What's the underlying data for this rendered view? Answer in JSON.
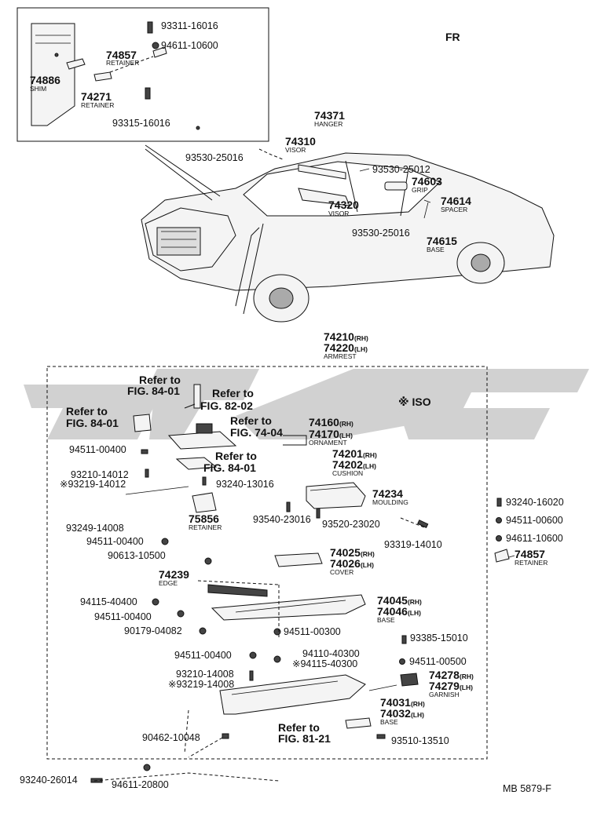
{
  "direction_label": "FR",
  "inset_top": [
    {
      "key": "p93311",
      "text": "93311-16016"
    },
    {
      "key": "p94611a",
      "text": "94611-10600"
    },
    {
      "key": "p74857a",
      "text": "74857",
      "sub": "RETAINER"
    },
    {
      "key": "p74886",
      "text": "74886",
      "sub": "SHIM"
    },
    {
      "key": "p74271",
      "text": "74271",
      "sub": "RETAINER"
    },
    {
      "key": "p93315",
      "text": "93315-16016"
    }
  ],
  "car_parts": [
    {
      "key": "p74371",
      "text": "74371",
      "sub": "HANGER"
    },
    {
      "key": "p74310",
      "text": "74310",
      "sub": "VISOR"
    },
    {
      "key": "p93530a",
      "text": "93530-25016"
    },
    {
      "key": "p93530b",
      "text": "93530-25012"
    },
    {
      "key": "p74603",
      "text": "74603",
      "sub": "GRIP"
    },
    {
      "key": "p74614",
      "text": "74614",
      "sub": "SPACER"
    },
    {
      "key": "p74320",
      "text": "74320",
      "sub": "VISOR"
    },
    {
      "key": "p93530c",
      "text": "93530-25016"
    },
    {
      "key": "p74615",
      "text": "74615",
      "sub": "BASE"
    }
  ],
  "armrest": {
    "line1": "74210",
    "rh": "(RH)",
    "line2": "74220",
    "lh": "(LH)",
    "sub": "ARMREST"
  },
  "iso_note": "※ ISO",
  "refs": [
    {
      "key": "ref1",
      "l1": "Refer to",
      "l2": "FIG. 84-01"
    },
    {
      "key": "ref2",
      "l1": "Refer to",
      "l2": "FIG. 82-02"
    },
    {
      "key": "ref3",
      "l1": "Refer to",
      "l2": "FIG. 84-01"
    },
    {
      "key": "ref4",
      "l1": "Refer to",
      "l2": "FIG. 74-04"
    },
    {
      "key": "ref5",
      "l1": "Refer to",
      "l2": "FIG. 84-01"
    },
    {
      "key": "ref6",
      "l1": "Refer to",
      "l2": "FIG. 81-21"
    }
  ],
  "ornament": {
    "a": "74160",
    "ra": "(RH)",
    "b": "74170",
    "rb": "(LH)",
    "sub": "ORNAMENT"
  },
  "cushion": {
    "a": "74201",
    "ra": "(RH)",
    "b": "74202",
    "rb": "(LH)",
    "sub": "CUSHION"
  },
  "moulding": {
    "a": "74234",
    "sub": "MOULDING"
  },
  "cover": {
    "a": "74025",
    "ra": "(RH)",
    "b": "74026",
    "rb": "(LH)",
    "sub": "COVER"
  },
  "base1": {
    "a": "74045",
    "ra": "(RH)",
    "b": "74046",
    "rb": "(LH)",
    "sub": "BASE"
  },
  "garnish": {
    "a": "74278",
    "ra": "(RH)",
    "b": "74279",
    "rb": "(LH)",
    "sub": "GARNISH"
  },
  "base2": {
    "a": "74031",
    "ra": "(RH)",
    "b": "74032",
    "rb": "(LH)",
    "sub": "BASE"
  },
  "retainer2": {
    "a": "74857",
    "sub": "RETAINER"
  },
  "retainer3": {
    "a": "75856",
    "sub": "RETAINER"
  },
  "edge": {
    "a": "74239",
    "sub": "EDGE"
  },
  "numbers": {
    "n94511a": "94511-00400",
    "n93210a": "93210-14012",
    "n93219a": "※93219-14012",
    "n93240a": "93240-13016",
    "n93249": "93249-14008",
    "n94511b": "94511-00400",
    "n90613": "90613-10500",
    "n93540": "93540-23016",
    "n93520": "93520-23020",
    "n93319": "93319-14010",
    "n93240b": "93240-16020",
    "n94511c": "94511-00600",
    "n94611b": "94611-10600",
    "n94115a": "94115-40400",
    "n94511d": "94511-00400",
    "n90179": "90179-04082",
    "n94511e": "94511-00300",
    "n93385": "93385-15010",
    "n94511f": "94511-00400",
    "n94110": "94110-40300",
    "n94115b": "※94115-40300",
    "n94511g": "94511-00500",
    "n93210b": "93210-14008",
    "n93219b": "※93219-14008",
    "n90462": "90462-10048",
    "n93510": "93510-13510",
    "n93240c": "93240-26014",
    "n94611c": "94611-20800"
  },
  "footer_code": "MB 5879-F",
  "watermark_color": "#c8c8c8"
}
